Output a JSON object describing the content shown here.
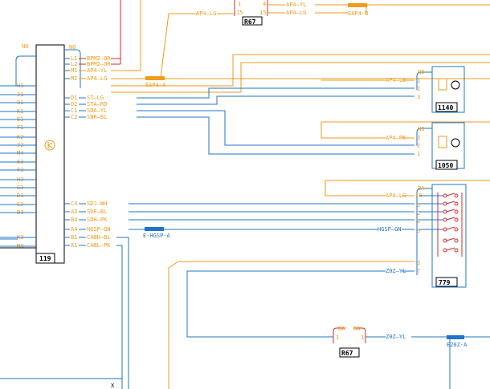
{
  "colors": {
    "orange": "#f29a1c",
    "blue": "#1f74c8",
    "red": "#d62b2b",
    "black": "#000000",
    "connector_fill": "#f29a1c",
    "connector_blue": "#1f74c8"
  },
  "ecu_119": {
    "id": "119",
    "left_header": "NO",
    "right_header": "NO",
    "left_pins": [
      "H1",
      "J1",
      "G1",
      "K1",
      "E1",
      "F1",
      "K2",
      "J2",
      "M4",
      "E3",
      "F3",
      "H3",
      "G3",
      "D3",
      "C3",
      "B3",
      "K3",
      "M3"
    ],
    "right_pins": [
      {
        "pin": "L1",
        "signal": "BPM2",
        "color": "OR"
      },
      {
        "pin": "L2",
        "signal": "BPM2",
        "color": "OR"
      },
      {
        "pin": "M1",
        "signal": "AP4",
        "color": "YL"
      },
      {
        "pin": "M2",
        "signal": "AP4",
        "color": "LG"
      },
      {
        "pin": "D1",
        "signal": "ST",
        "color": "LG"
      },
      {
        "pin": "D2",
        "signal": "STA",
        "color": "RD"
      },
      {
        "pin": "C1",
        "signal": "SDA",
        "color": "YL"
      },
      {
        "pin": "C2",
        "signal": "SNR",
        "color": "BL"
      },
      {
        "pin": "C4",
        "signal": "SDJ",
        "color": "WH"
      },
      {
        "pin": "A3",
        "signal": "SDF",
        "color": "BL"
      },
      {
        "pin": "B4",
        "signal": "SDH",
        "color": "PK"
      },
      {
        "pin": "A4",
        "signal": "HGSP",
        "color": "GN"
      },
      {
        "pin": "B1",
        "signal": "CANH",
        "color": "BL"
      },
      {
        "pin": "A1",
        "signal": "CANL",
        "color": "PK"
      }
    ]
  },
  "r67_top": {
    "id": "R67",
    "pins": [
      {
        "l": "1",
        "r": "4"
      },
      {
        "l": "15",
        "r": "15"
      }
    ],
    "left_wires": [
      {
        "signal": "AP4",
        "color": "LG"
      }
    ],
    "right_wires": [
      {
        "signal": "AP4",
        "color": "YL"
      },
      {
        "signal": "AP4",
        "color": "LG"
      }
    ],
    "connector_label": "EAP4-B"
  },
  "eap4a": {
    "label": "EAP4-A"
  },
  "ehgsp": {
    "label": "E-HGSP-A"
  },
  "m1140": {
    "id": "1140",
    "header": "NO",
    "pins": [
      "1",
      "2",
      "3"
    ],
    "wire": {
      "signal": "AP4",
      "color": "LG"
    }
  },
  "m1050": {
    "id": "1050",
    "header": "NO",
    "pins": [
      "3",
      "2",
      "1"
    ],
    "wire": {
      "signal": "AP4",
      "color": "PK"
    }
  },
  "m779": {
    "id": "779",
    "header": "BA",
    "pins": [
      "10",
      "5",
      "2",
      "8",
      "9",
      "3",
      "7"
    ],
    "wires": [
      {
        "signal": "AP4",
        "color": "LG"
      },
      {
        "signal": "HGSP",
        "color": "GN"
      },
      {
        "signal": "Z0Z",
        "color": "YL"
      }
    ]
  },
  "r67_bottom": {
    "id": "R67",
    "headers": [
      "BA",
      "BA"
    ],
    "pins": [
      "1",
      "1"
    ],
    "wire": {
      "signal": "Z0Z",
      "color": "YL"
    }
  },
  "e20z": {
    "label": "E20Z-A"
  }
}
